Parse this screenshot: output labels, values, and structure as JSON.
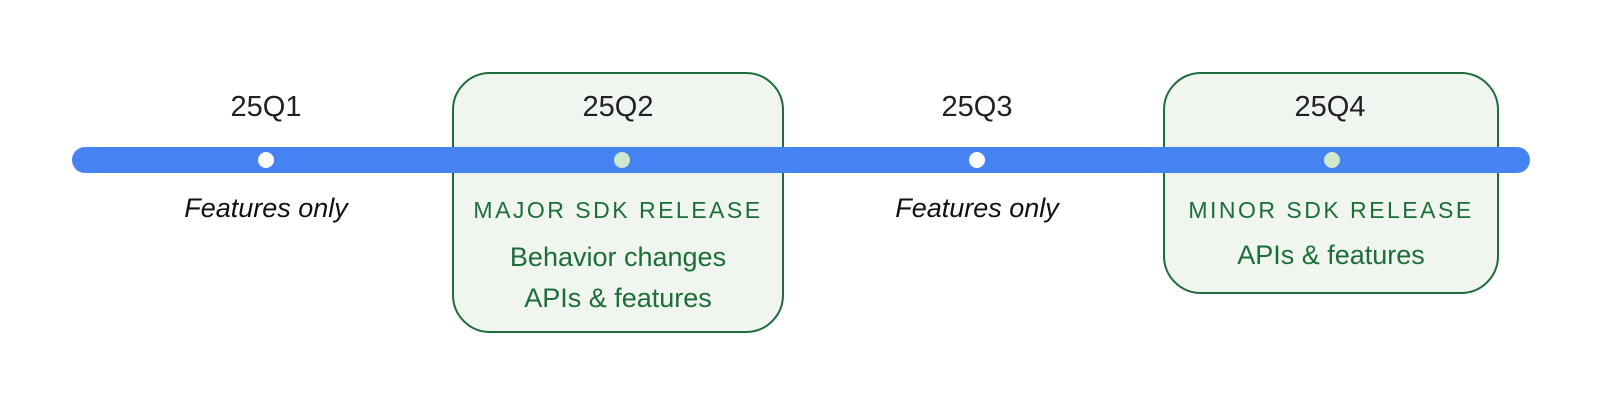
{
  "timeline": {
    "bar_color": "#4583f2",
    "background_color": "#ffffff",
    "box_fill_color": "#f0f5ef",
    "box_border_color": "#1e6b3c",
    "green_text_color": "#1b6e38",
    "label_text_color": "#202124",
    "milestones": [
      {
        "quarter": "25Q1",
        "boxed": false,
        "note": "Features only",
        "dot_color": "#ffffff"
      },
      {
        "quarter": "25Q2",
        "boxed": true,
        "heading": "MAJOR SDK RELEASE",
        "details": [
          "Behavior changes",
          "APIs & features"
        ],
        "dot_color": "#cfe8cd"
      },
      {
        "quarter": "25Q3",
        "boxed": false,
        "note": "Features only",
        "dot_color": "#ffffff"
      },
      {
        "quarter": "25Q4",
        "boxed": true,
        "heading": "MINOR SDK RELEASE",
        "details": [
          "APIs & features"
        ],
        "dot_color": "#cfe8cd"
      }
    ]
  }
}
